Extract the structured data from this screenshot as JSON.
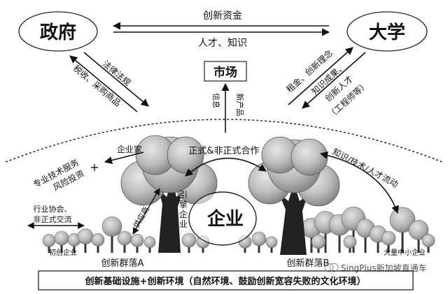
{
  "nodes": {
    "government": "政府",
    "university": "大学",
    "market": "市场",
    "enterprise": "企业"
  },
  "top_flows": {
    "innovation_funds": "创新资金",
    "talent_knowledge": "人才、知识"
  },
  "gov_links": {
    "law": "法律法规",
    "tax": "税收、采购商品"
  },
  "uni_links": {
    "rent": "租金、创新理念",
    "knowledge": "知识成果、",
    "talent": "创新人才",
    "engineers": "（工程师等）"
  },
  "market_links": {
    "info": "信息",
    "new_product": "新产品"
  },
  "middle": {
    "cooperation": "正式&非正式合作",
    "entrepreneur": "企业家",
    "prof_services": "专业技术服务",
    "venture": "风险投资",
    "plus": "+",
    "associations": "行业协会、",
    "informal": "非正式交流",
    "knowledge_flow": "知识/技术/人才流动",
    "supplier": "供应商",
    "lead_enterprise": "引擎企业",
    "startups": "初创企业",
    "smes": "大量中小企业"
  },
  "clusters": {
    "a": "创新群落A",
    "b": "创新群落B"
  },
  "foundation": "创新基础设施+创新环境（自然环境、鼓励创新宽容失败的文化环境）",
  "watermark": "SingPlus新加坡直通车"
}
